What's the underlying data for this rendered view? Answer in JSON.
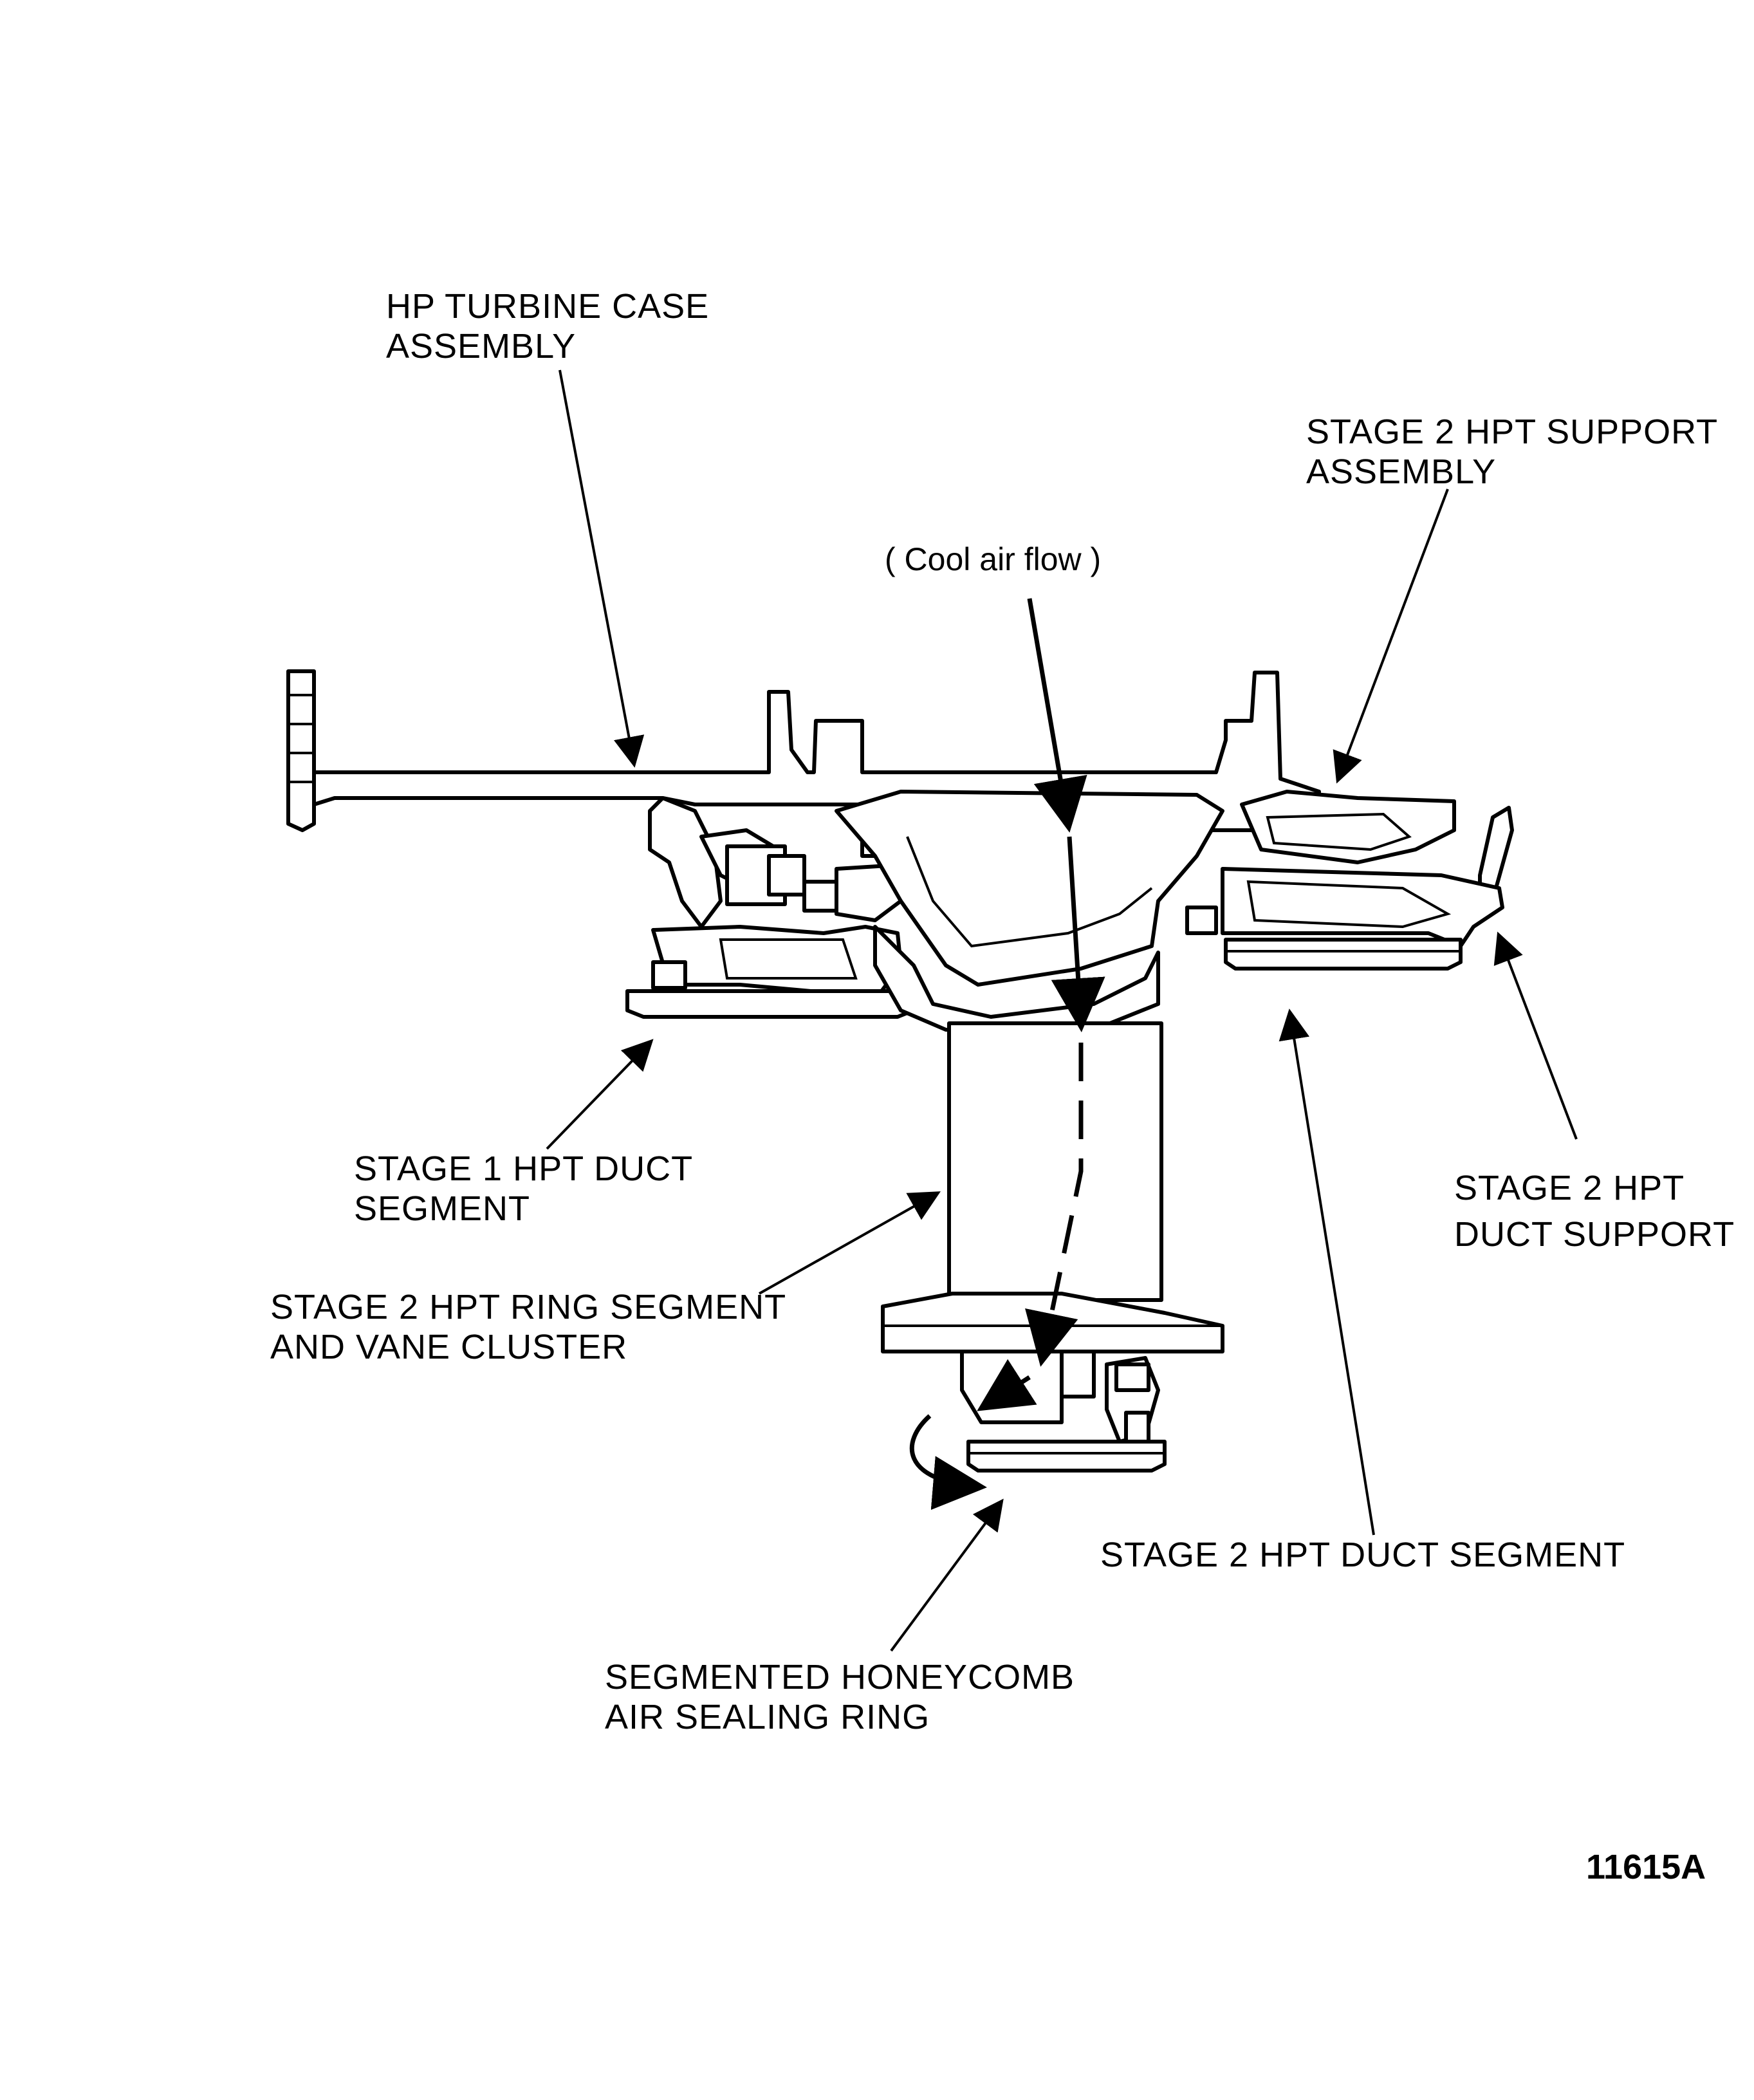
{
  "labels": {
    "hp_turbine_case": [
      "HP TURBINE CASE",
      "ASSEMBLY"
    ],
    "stage2_support_assembly": [
      "STAGE 2 HPT SUPPORT",
      "ASSEMBLY"
    ],
    "cool_air_flow": "( Cool air flow )",
    "stage1_duct_segment": [
      "STAGE 1 HPT DUCT",
      "SEGMENT"
    ],
    "stage2_duct_support": [
      "STAGE 2 HPT",
      "DUCT SUPPORT"
    ],
    "stage2_ring_segment": [
      "STAGE 2 HPT RING SEGMENT",
      "AND VANE CLUSTER"
    ],
    "stage2_duct_segment": [
      "STAGE 2 HPT DUCT SEGMENT"
    ],
    "honeycomb_ring": [
      "SEGMENTED HONEYCOMB",
      "AIR SEALING RING"
    ]
  },
  "figure_id": "11615A"
}
